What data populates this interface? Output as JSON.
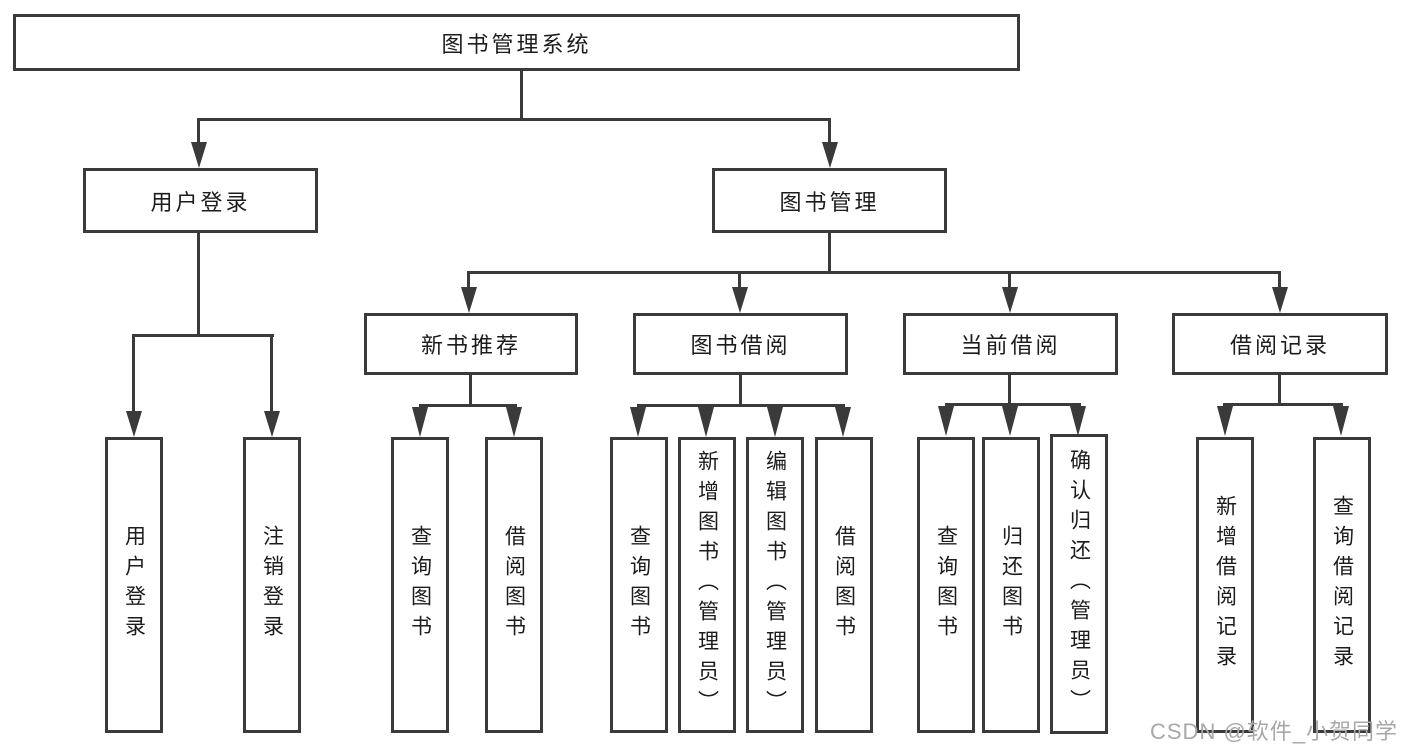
{
  "diagram": {
    "root": "图书管理系统",
    "level2": {
      "user_login": "用户登录",
      "book_management": "图书管理"
    },
    "level3": {
      "new_books": "新书推荐",
      "book_borrow": "图书借阅",
      "current_borrow": "当前借阅",
      "borrow_records": "借阅记录"
    },
    "leaves": {
      "user_login": [
        "用户登录",
        "注销登录"
      ],
      "new_books": [
        "查询图书",
        "借阅图书"
      ],
      "book_borrow": [
        "查询图书",
        "新增图书（管理员）",
        "编辑图书（管理员）",
        "借阅图书"
      ],
      "current_borrow": [
        "查询图书",
        "归还图书",
        "确认归还（管理员）"
      ],
      "borrow_records": [
        "新增借阅记录",
        "查询借阅记录"
      ]
    },
    "watermark": "CSDN @软件_小贺同学",
    "colors": {
      "line": "#3a3a3a",
      "text": "#1c1c1c",
      "watermark": "#a8a8a8",
      "background": "#ffffff"
    }
  }
}
